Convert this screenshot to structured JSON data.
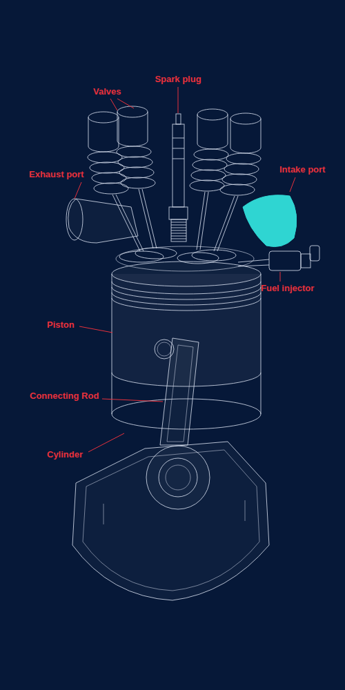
{
  "diagram": {
    "labels": [
      "Valves",
      "Spark plug",
      "Exhaust port",
      "Intake port",
      "Fuel injector",
      "Piston",
      "Connecting Rod",
      "Cylinder"
    ]
  }
}
